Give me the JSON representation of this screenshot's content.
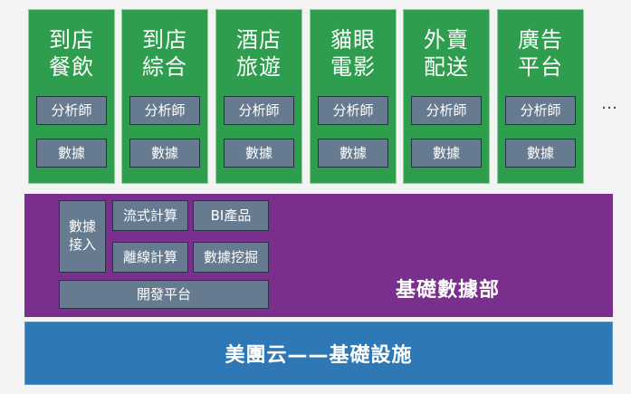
{
  "business_units": [
    {
      "title": "到店\n餐飲",
      "analyst_label": "分析師",
      "data_label": "數據"
    },
    {
      "title": "到店\n綜合",
      "analyst_label": "分析師",
      "data_label": "數據"
    },
    {
      "title": "酒店\n旅遊",
      "analyst_label": "分析師",
      "data_label": "數據"
    },
    {
      "title": "貓眼\n電影",
      "analyst_label": "分析師",
      "data_label": "數據"
    },
    {
      "title": "外賣\n配送",
      "analyst_label": "分析師",
      "data_label": "數據"
    },
    {
      "title": "廣告\n平台",
      "analyst_label": "分析師",
      "data_label": "數據"
    }
  ],
  "more_indicator": "…",
  "data_department": {
    "title": "基礎數據部",
    "data_ingest": "數據\n接入",
    "stream_computing": "流式計算",
    "bi_products": "BI產品",
    "offline_computing": "離線計算",
    "data_mining": "數據挖掘",
    "dev_platform": "開發平台"
  },
  "infrastructure": {
    "title": "美團云——基礎設施"
  },
  "colors": {
    "business_green": "#2e9e4e",
    "department_purple": "#7a2f8c",
    "infrastructure_blue": "#2e78b6",
    "chip_slate": "#667a90"
  }
}
